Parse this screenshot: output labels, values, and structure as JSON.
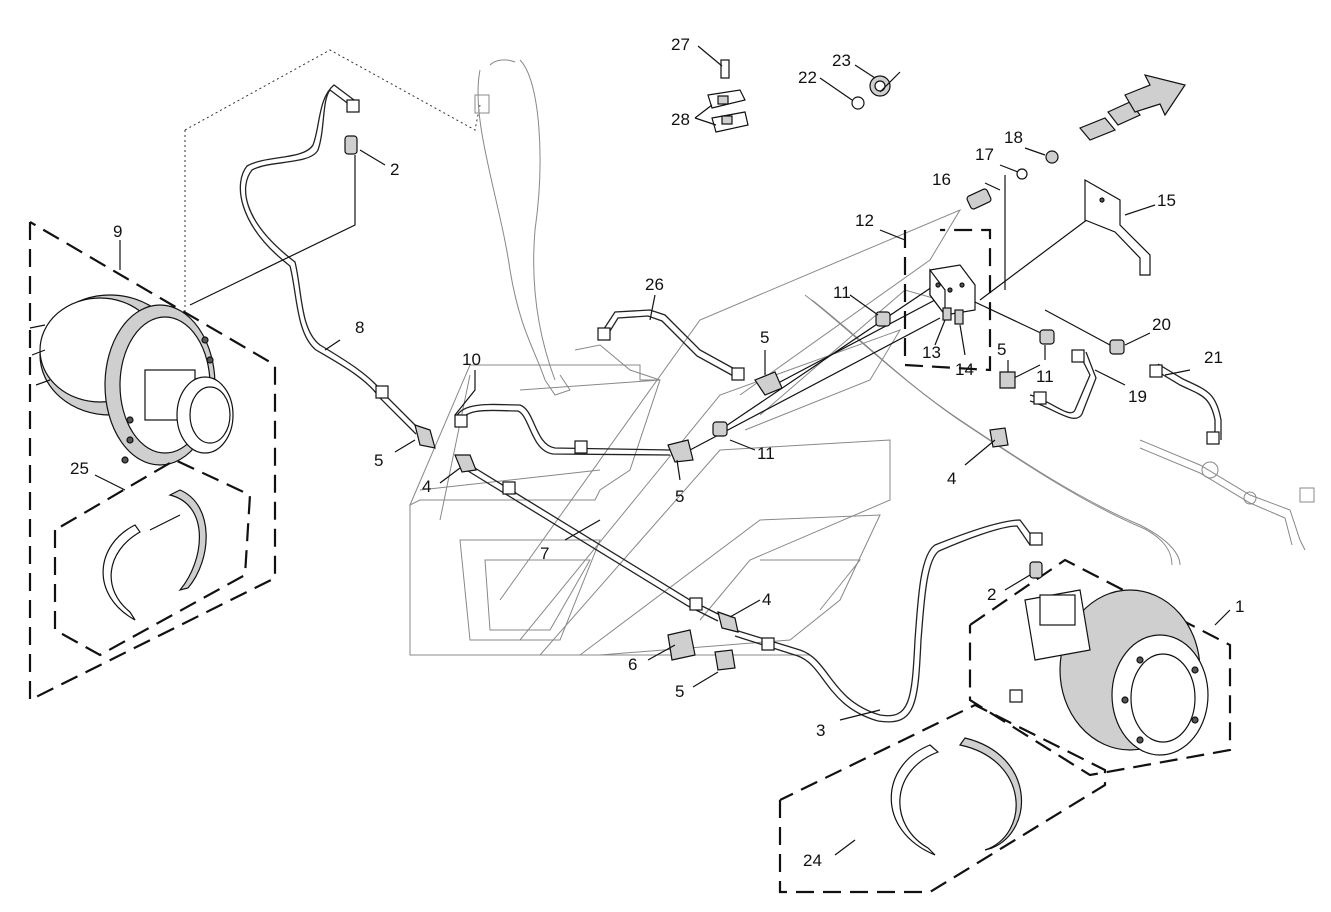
{
  "diagram": {
    "callouts": [
      "1",
      "2",
      "2",
      "3",
      "4",
      "4",
      "4",
      "5",
      "5",
      "5",
      "5",
      "5",
      "6",
      "7",
      "8",
      "9",
      "10",
      "11",
      "11",
      "11",
      "12",
      "13",
      "14",
      "15",
      "16",
      "17",
      "18",
      "19",
      "20",
      "21",
      "22",
      "23",
      "24",
      "25",
      "26",
      "27",
      "28"
    ],
    "colors": {
      "line": "#111111",
      "ghost": "#888888",
      "fill": "#cfcfcf",
      "background": "#ffffff"
    },
    "icons": [
      "direction-arrow-icon"
    ]
  }
}
